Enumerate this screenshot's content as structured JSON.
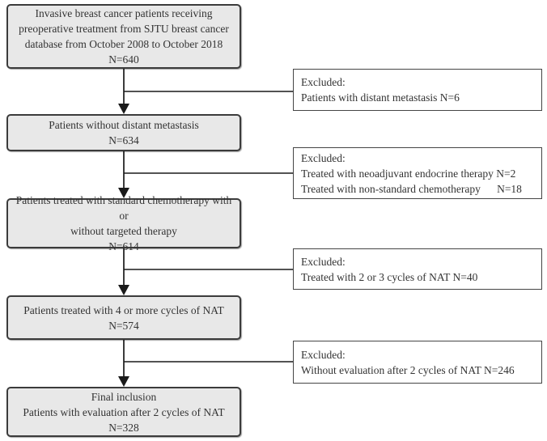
{
  "colors": {
    "main_box_fill": "#e8e8e8",
    "main_box_border": "#3b3b3b",
    "excluded_box_fill": "#ffffff",
    "excluded_box_border": "#454545",
    "connector_line": "#1a1a1a",
    "text": "#333333",
    "background": "#ffffff"
  },
  "flowchart": {
    "main_boxes": [
      {
        "lines": [
          "Invasive breast cancer patients receiving",
          "preoperative treatment from SJTU breast cancer",
          "database from October 2008 to October 2018",
          "N=640"
        ]
      },
      {
        "lines": [
          "Patients without distant metastasis",
          "N=634"
        ]
      },
      {
        "lines": [
          "Patients treated with standard chemotherapy with or",
          "without targeted therapy",
          "N=614"
        ]
      },
      {
        "lines": [
          "Patients treated with 4 or more cycles of NAT",
          "N=574"
        ]
      },
      {
        "lines": [
          "Final inclusion",
          "Patients with evaluation after 2 cycles of NAT",
          "N=328"
        ]
      }
    ],
    "excluded_boxes": [
      {
        "lines": [
          "Excluded:",
          "Patients with distant metastasis N=6"
        ]
      },
      {
        "lines": [
          "Excluded:",
          "Treated with neoadjuvant endocrine therapy N=2",
          "Treated with non-standard chemotherapy      N=18"
        ]
      },
      {
        "lines": [
          "Excluded:",
          "Treated with 2 or 3 cycles of NAT N=40"
        ]
      },
      {
        "lines": [
          "Excluded:",
          "Without evaluation after 2 cycles of NAT N=246"
        ]
      }
    ]
  }
}
